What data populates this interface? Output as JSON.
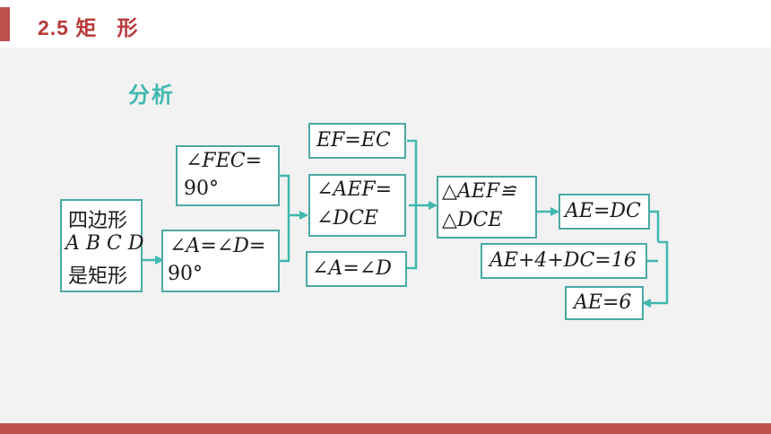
{
  "colors": {
    "accent_red": "#c0504d",
    "title_red": "#b83a3a",
    "panel_gray": "#f2f2f2",
    "teal": "#3fb8b0",
    "box_border": "#4aa9a5"
  },
  "header": {
    "title": "2.5 矩   形"
  },
  "section": {
    "label": "分析"
  },
  "diagram": {
    "start_box": {
      "line1": "四边形",
      "line2": "A B C D",
      "line3": "是矩形"
    },
    "angle_fec_box": {
      "line1": "∠FEC=",
      "line2": "90°"
    },
    "angle_ad_box": {
      "line1": "∠A=∠D=",
      "line2": "90°"
    },
    "ef_ec_box": {
      "text": "EF=EC"
    },
    "aef_dce_box": {
      "line1": "∠AEF=",
      "line2": "∠DCE"
    },
    "a_d_box": {
      "text": "∠A=∠D"
    },
    "congruent_box": {
      "line1": "△AEF≌",
      "line2": "△DCE"
    },
    "ae_dc_box": {
      "text": "AE=DC"
    },
    "sum_box": {
      "text": "AE+4+DC=16"
    },
    "result_box": {
      "text": "AE=6"
    }
  }
}
